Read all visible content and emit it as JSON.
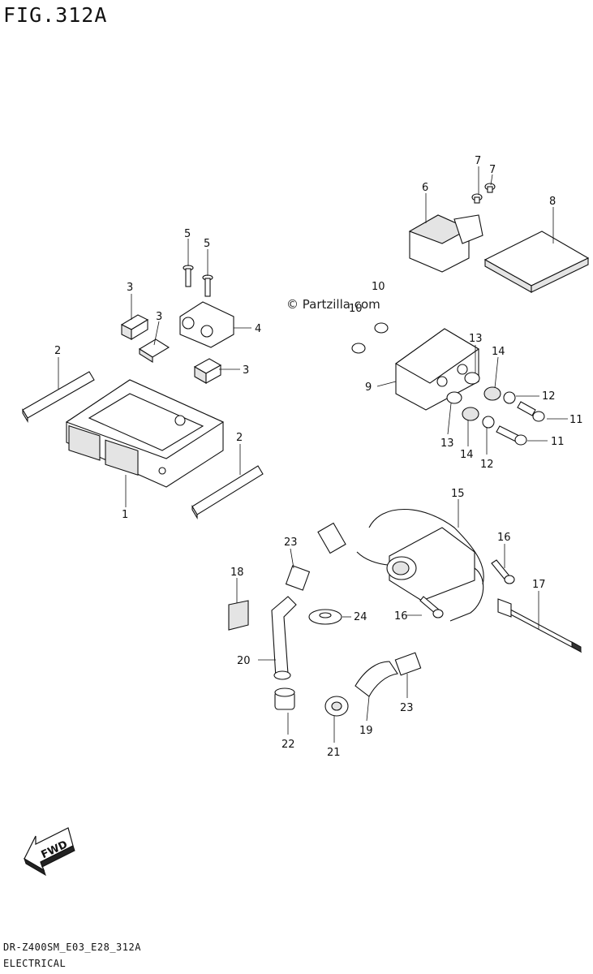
{
  "figure_title": "FIG.312A",
  "watermark": "© Partzilla.com",
  "footer": {
    "model_code": "DR-Z400SM_E03_E28_312A",
    "section_name": "ELECTRICAL"
  },
  "fwd_label": "FWD",
  "callouts": [
    {
      "id": "c1",
      "text": "1"
    },
    {
      "id": "c2a",
      "text": "2"
    },
    {
      "id": "c2b",
      "text": "2"
    },
    {
      "id": "c3a",
      "text": "3"
    },
    {
      "id": "c3b",
      "text": "3"
    },
    {
      "id": "c3c",
      "text": "3"
    },
    {
      "id": "c4",
      "text": "4"
    },
    {
      "id": "c5a",
      "text": "5"
    },
    {
      "id": "c5b",
      "text": "5"
    },
    {
      "id": "c6",
      "text": "6"
    },
    {
      "id": "c7a",
      "text": "7"
    },
    {
      "id": "c7b",
      "text": "7"
    },
    {
      "id": "c8",
      "text": "8"
    },
    {
      "id": "c9",
      "text": "9"
    },
    {
      "id": "c10a",
      "text": "10"
    },
    {
      "id": "c10b",
      "text": "10"
    },
    {
      "id": "c11a",
      "text": "11"
    },
    {
      "id": "c11b",
      "text": "11"
    },
    {
      "id": "c12a",
      "text": "12"
    },
    {
      "id": "c12b",
      "text": "12"
    },
    {
      "id": "c13a",
      "text": "13"
    },
    {
      "id": "c13b",
      "text": "13"
    },
    {
      "id": "c14a",
      "text": "14"
    },
    {
      "id": "c14b",
      "text": "14"
    },
    {
      "id": "c15",
      "text": "15"
    },
    {
      "id": "c16a",
      "text": "16"
    },
    {
      "id": "c16b",
      "text": "16"
    },
    {
      "id": "c17",
      "text": "17"
    },
    {
      "id": "c18",
      "text": "18"
    },
    {
      "id": "c19",
      "text": "19"
    },
    {
      "id": "c20",
      "text": "20"
    },
    {
      "id": "c21",
      "text": "21"
    },
    {
      "id": "c22",
      "text": "22"
    },
    {
      "id": "c23a",
      "text": "23"
    },
    {
      "id": "c23b",
      "text": "23"
    },
    {
      "id": "c24",
      "text": "24"
    }
  ]
}
